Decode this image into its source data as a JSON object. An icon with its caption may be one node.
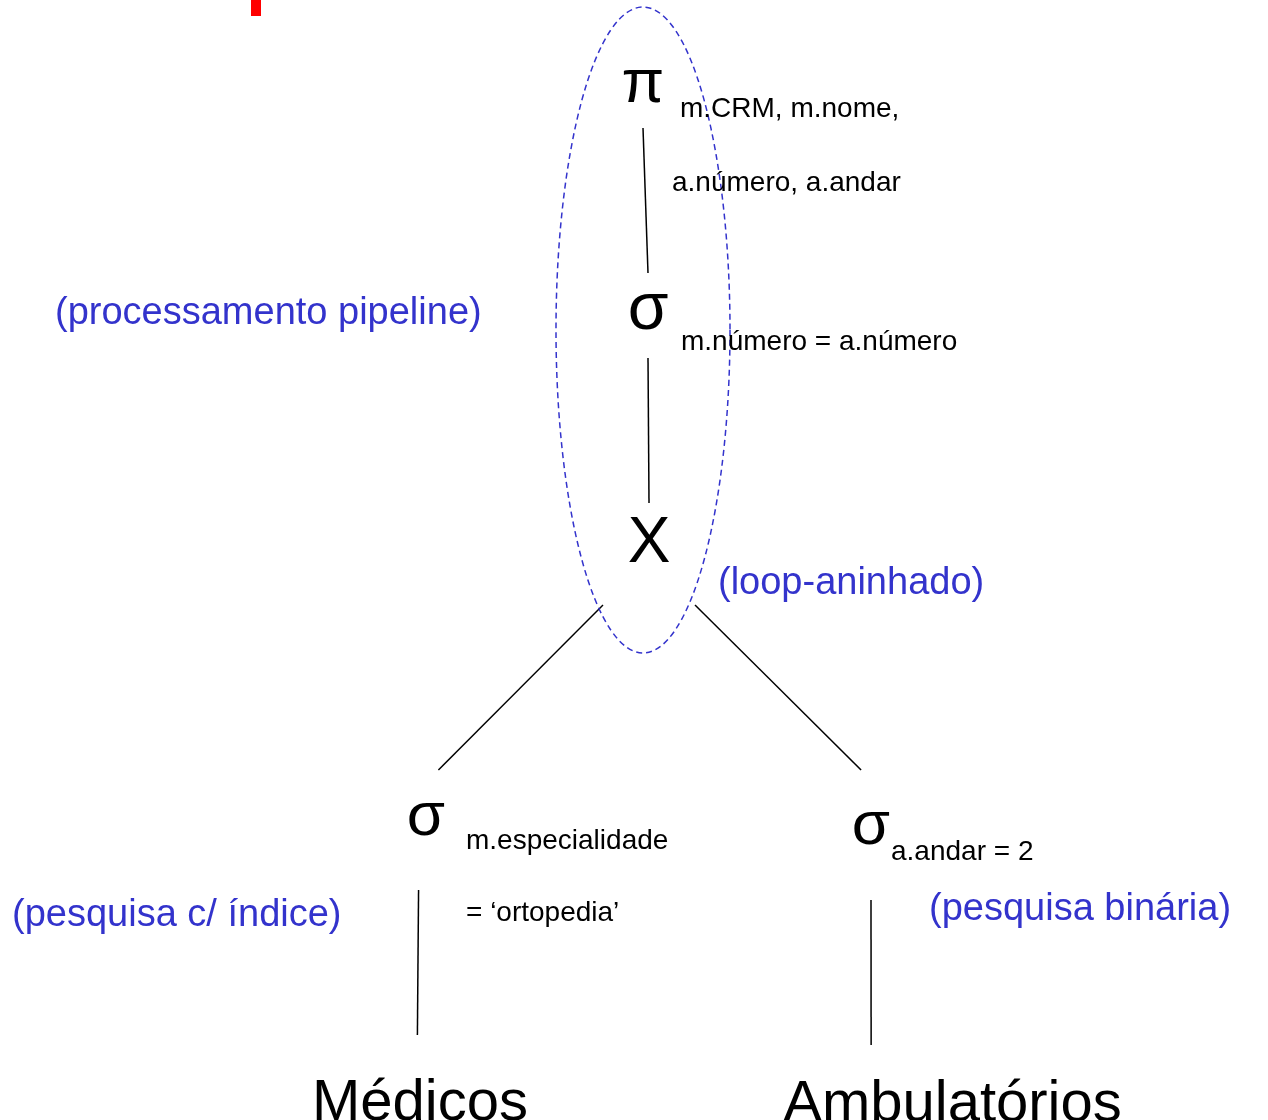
{
  "diagram": {
    "nodes": [
      {
        "text": [],
        "shape": "ellipse",
        "beside": [
          "(processamento pipeline)"
        ]
      },
      {
        "text": [
          "π"
        ],
        "in": 0,
        "beside": [
          "m.CRM, m.nome, a.número, a.andar"
        ]
      },
      {
        "text": [
          "σ"
        ],
        "in": 0,
        "beside": [
          "m.número = a.número"
        ]
      },
      {
        "text": [
          "X"
        ],
        "in": 0,
        "beside": [
          "(loop-aninhado)"
        ]
      },
      {
        "text": [
          "σ"
        ],
        "beside": [
          "m.especialidade = ‘ortopedia’"
        ]
      },
      {
        "text": [
          "σ"
        ],
        "beside": [
          "a.andar = 2"
        ]
      },
      {
        "text": [
          "Médicos"
        ]
      },
      {
        "text": [
          "Ambulatórios"
        ]
      }
    ],
    "edges": [
      {
        "from": 1,
        "to": 2,
        "arrow": "none"
      },
      {
        "from": 2,
        "to": 3,
        "arrow": "none"
      },
      {
        "from": 3,
        "to": 4,
        "arrow": "none"
      },
      {
        "from": 3,
        "to": 5,
        "arrow": "none"
      },
      {
        "from": 4,
        "to": 6,
        "arrow": "none"
      },
      {
        "from": 5,
        "to": 7,
        "arrow": "none"
      }
    ],
    "labels": [
      "(pesquisa c/ índice)",
      "(pesquisa binária)"
    ]
  }
}
